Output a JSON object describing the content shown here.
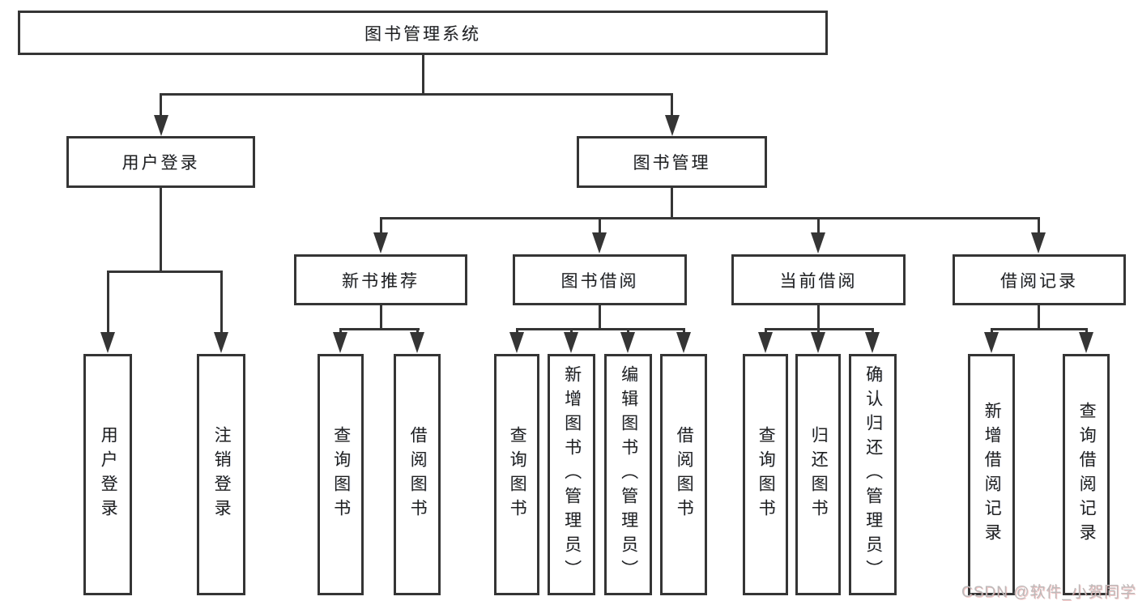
{
  "diagram": {
    "root": {
      "label": "图书管理系统"
    },
    "branches": [
      {
        "label": "用户登录",
        "children": [
          "用户登录",
          "注销登录"
        ]
      },
      {
        "label": "图书管理",
        "groups": [
          {
            "label": "新书推荐",
            "children": [
              "查询图书",
              "借阅图书"
            ]
          },
          {
            "label": "图书借阅",
            "children": [
              "查询图书",
              "新增图书（管理员）",
              "编辑图书（管理员）",
              "借阅图书"
            ]
          },
          {
            "label": "当前借阅",
            "children": [
              "查询图书",
              "归还图书",
              "确认归还（管理员）"
            ]
          },
          {
            "label": "借阅记录",
            "children": [
              "新增借阅记录",
              "查询借阅记录"
            ]
          }
        ]
      }
    ]
  },
  "watermark": {
    "text": "CSDN @软件_小贺同学"
  },
  "colors": {
    "line": "#353535",
    "box_border": "#353535",
    "text": "#1f1f1f",
    "background": "#ffffff",
    "watermark": "#bdbaba"
  }
}
